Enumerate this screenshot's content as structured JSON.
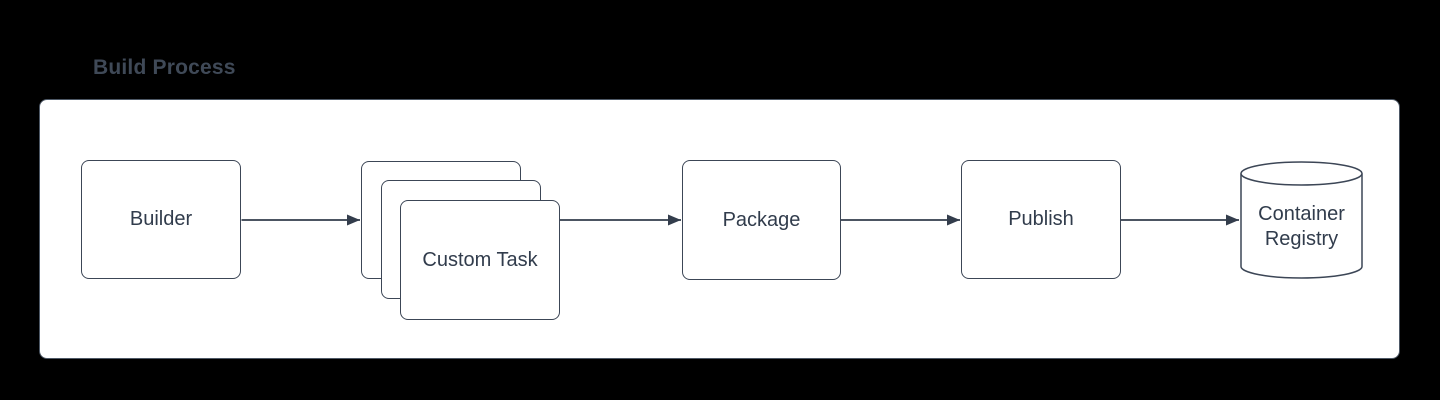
{
  "page": {
    "title": "Build Process"
  },
  "colors": {
    "background": "#000000",
    "page_fill": "#ffffff",
    "page_border": "#4d5866",
    "shape_stroke": "#3c4656",
    "connector_stroke": "#333d4c",
    "text": "#313c4c",
    "title_text": "#3f4957"
  },
  "diagram": {
    "nodes": [
      {
        "id": "builder",
        "label": "Builder",
        "shape": "rounded-rectangle"
      },
      {
        "id": "custom-task",
        "label": "Custom Task",
        "shape": "stacked-rounded-rectangles",
        "stack_count": 3
      },
      {
        "id": "package",
        "label": "Package",
        "shape": "rounded-rectangle"
      },
      {
        "id": "publish",
        "label": "Publish",
        "shape": "rounded-rectangle"
      },
      {
        "id": "container-registry",
        "label": "Container Registry",
        "shape": "cylinder"
      }
    ],
    "edges": [
      {
        "from": "builder",
        "to": "custom-task",
        "arrow": "filled-triangle"
      },
      {
        "from": "custom-task",
        "to": "package",
        "arrow": "filled-triangle"
      },
      {
        "from": "package",
        "to": "publish",
        "arrow": "filled-triangle"
      },
      {
        "from": "publish",
        "to": "container-registry",
        "arrow": "filled-triangle"
      }
    ]
  }
}
